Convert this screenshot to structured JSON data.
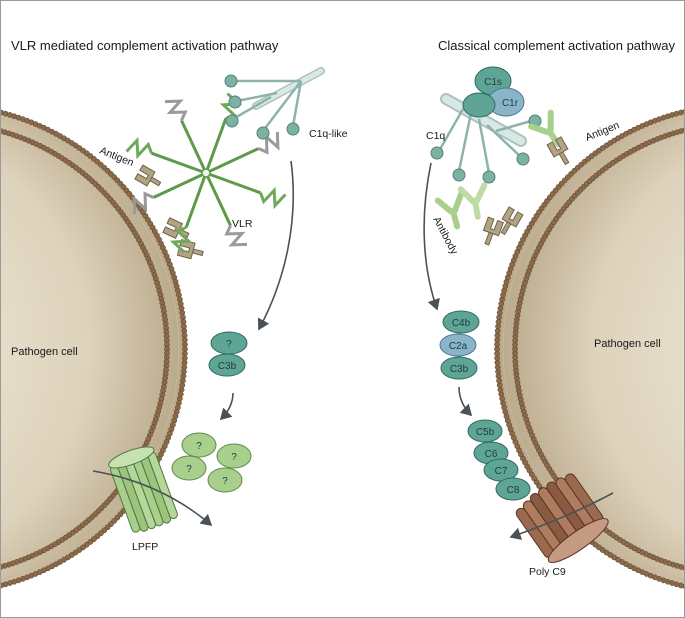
{
  "left_panel": {
    "title": "VLR mediated complement activation pathway",
    "labels": {
      "antigen": "Antigen",
      "c1q_like": "C1q-like",
      "vlr": "VLR",
      "pathogen_cell": "Pathogen cell",
      "lpfp": "LPFP"
    },
    "complex_1": [
      "?",
      "C3b"
    ],
    "complex_2": [
      "?",
      "?",
      "?",
      "?"
    ]
  },
  "right_panel": {
    "title": "Classical complement activation pathway",
    "labels": {
      "c1s": "C1s",
      "c1r": "C1r",
      "c1q": "C1q",
      "antigen": "Antigen",
      "antibody": "Antibody",
      "pathogen_cell": "Pathogen cell",
      "poly_c9": "Poly C9"
    },
    "complex_1": [
      "C4b",
      "C2a",
      "C3b"
    ],
    "mac": [
      "C5b",
      "C6",
      "C7",
      "C8"
    ]
  },
  "colors": {
    "cell_fill": "#d8ccb4",
    "membrane_head": "#8a6a4a",
    "teal_protein": "#5fa596",
    "blue_protein": "#8ab4c9",
    "light_green_protein": "#a9cf8c",
    "vlr_green": "#5e9a48",
    "c1q_stalk": "#cfe0dc",
    "antigen_tan": "#a8987a",
    "pore_brown": "#8a5a42",
    "arrow": "#4a5258"
  }
}
